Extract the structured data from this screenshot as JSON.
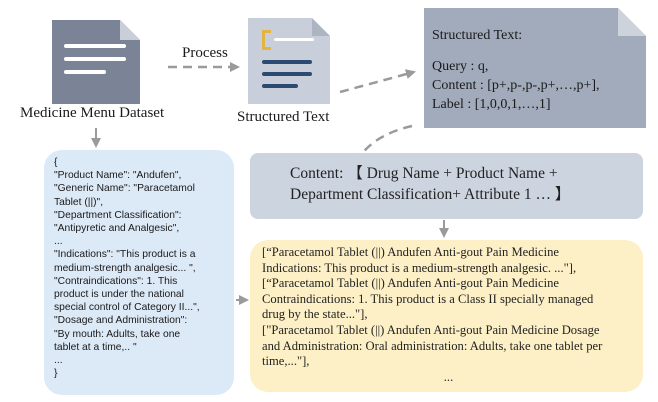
{
  "dataset_label": "Medicine Menu Dataset",
  "process_label": "Process",
  "structured_text_label": "Structured Text",
  "structured_text_card": {
    "title": "Structured Text:",
    "lines": [
      "Query : q,",
      "Content : [p+,p-,p-,p+,…,p+],",
      "Label : [1,0,0,1,…,1]"
    ]
  },
  "json_example": [
    "{",
    "\"Product Name\": \"Andufen\",",
    "\"Generic Name\": \"Paracetamol",
    "Tablet (||)\",",
    "\"Department Classification\":",
    "\"Antipyretic and Analgesic\",",
    "...",
    "\"Indications\": \"This product is a",
    "medium-strength analgesic... \",",
    "\"Contraindications\": 1. This",
    "product is under the national",
    "special control of Category II...\",",
    "\"Dosage and Administration\":",
    "\"By mouth: Adults, take one",
    "tablet at a time,.. \"",
    "...",
    "}"
  ],
  "content_template": {
    "line1": "Content: 【 Drug Name + Product Name +",
    "line2": "Department Classification+ Attribute 1 … 】"
  },
  "content_results": [
    "[“Paracetamol Tablet (||) Andufen Anti-gout Pain Medicine",
    "Indications: This product is a medium-strength analgesic. ...\"],",
    "[“Paracetamol Tablet (||) Andufen Anti-gout Pain Medicine",
    "Contraindications: 1. This product is a Class II specially managed",
    "drug by the state...\"],",
    "[\"Paracetamol Tablet (||) Andufen Anti-gout Pain Medicine Dosage",
    "and Administration: Oral administration: Adults, take one tablet per",
    "time,...\"],"
  ],
  "results_ellipsis": "...",
  "colors": {
    "doc_gray": "#7b8396",
    "card_gray": "#a2abbb",
    "navy": "#2d4a73",
    "gold": "#e3b441",
    "json_bg": "#dce9f6",
    "content_bg": "#ccd4e0",
    "result_bg": "#fdf0c6",
    "arrow_gray": "#9a9a9a"
  }
}
